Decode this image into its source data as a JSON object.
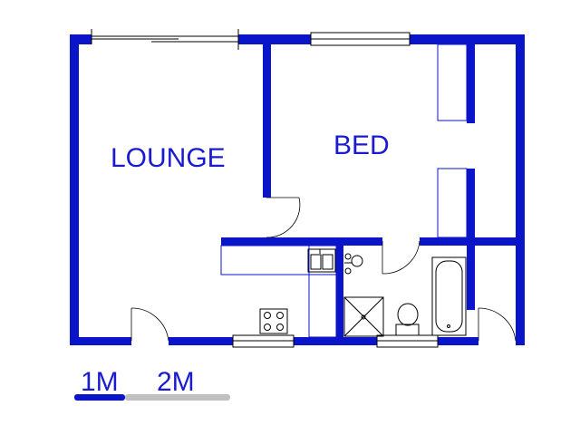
{
  "rooms": {
    "lounge": "LOUNGE",
    "bed": "BED"
  },
  "scale_bar": {
    "label_1": "1M",
    "label_2": "2M"
  },
  "colors": {
    "wall": "#0a14c8",
    "label": "#1a1ad0",
    "scale_grey": "#c0c0c0"
  }
}
